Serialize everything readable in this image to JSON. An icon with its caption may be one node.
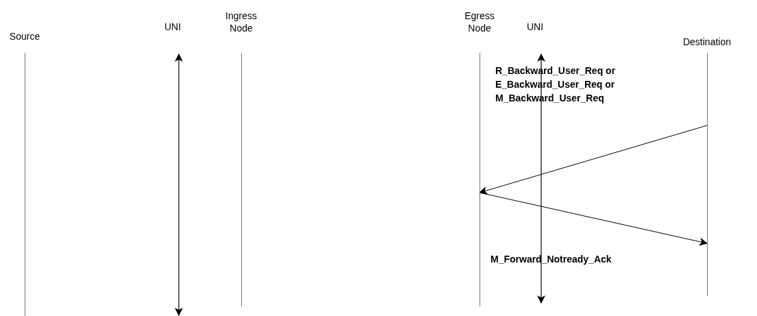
{
  "diagram": {
    "nodes": [
      {
        "text": [
          "Source"
        ]
      },
      {
        "text": [
          "Ingress Node"
        ]
      },
      {
        "text": [
          "Egress Node"
        ]
      },
      {
        "text": [
          "Destination"
        ]
      }
    ],
    "edges": [
      {
        "from": 3,
        "to": 2,
        "arrow": "to",
        "label": "R_Backward_User_Req or E_Backward_User_Req or M_Backward_User_Req"
      },
      {
        "from": 2,
        "to": 3,
        "arrow": "to",
        "label": "M_Forward_Notready_Ack"
      }
    ],
    "labels": [
      "UNI",
      "UNI"
    ]
  }
}
